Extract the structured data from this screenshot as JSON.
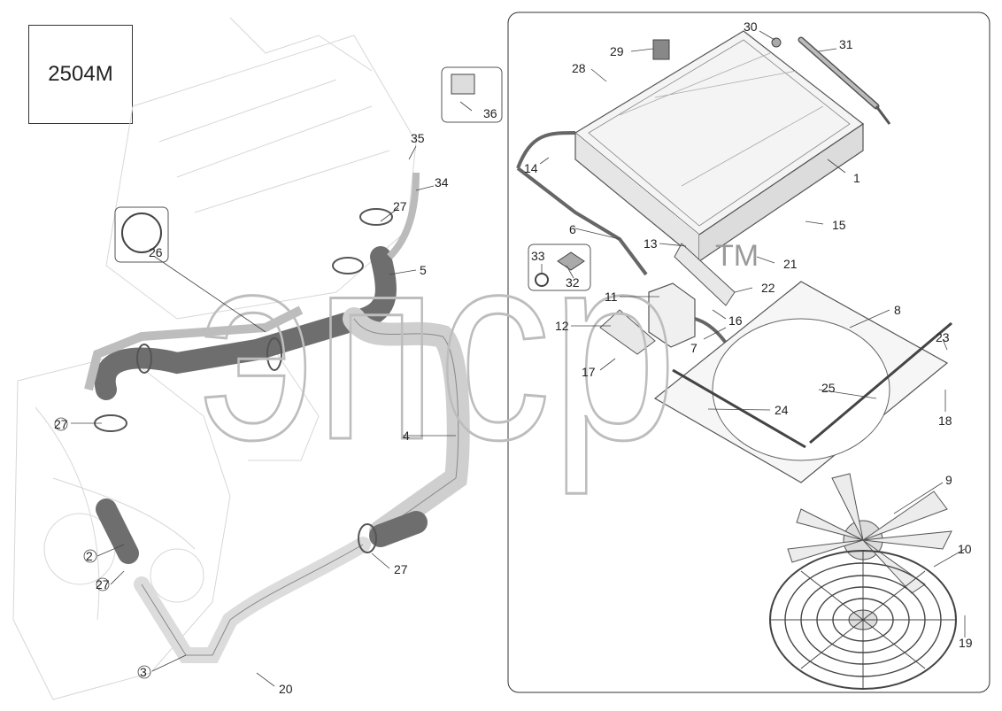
{
  "diagram_code": "2504M",
  "watermark": "эпср",
  "watermark_mark": "TM",
  "callouts": [
    "1",
    "2",
    "3",
    "4",
    "5",
    "6",
    "7",
    "8",
    "9",
    "10",
    "11",
    "12",
    "13",
    "14",
    "15",
    "16",
    "17",
    "18",
    "19",
    "20",
    "21",
    "22",
    "23",
    "24",
    "25",
    "26",
    "27",
    "28",
    "29",
    "30",
    "31",
    "32",
    "33",
    "34",
    "35",
    "36"
  ],
  "colors": {
    "line": "#444444",
    "part_dark": "#6e6e6e",
    "part_light": "#cfcfcf",
    "ghost": "#d7d7d7",
    "watermark": "#bdbdbd"
  }
}
